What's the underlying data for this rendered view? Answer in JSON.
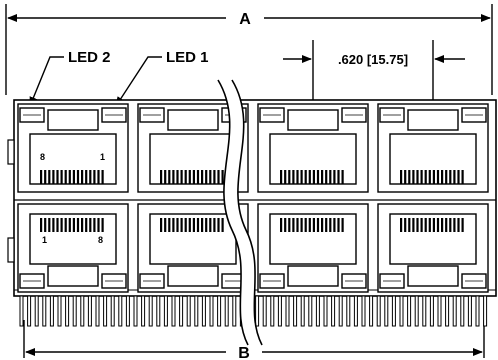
{
  "labels": {
    "dim_a": "A",
    "dim_b": "B",
    "led2": "LED 2",
    "led1": "LED 1",
    "pitch": ".620 [15.75]"
  },
  "pin_labels": {
    "top_left": "8",
    "top_right": "1",
    "bottom_left": "1",
    "bottom_right": "8"
  },
  "layout": {
    "columns": 4,
    "rows": 2
  }
}
